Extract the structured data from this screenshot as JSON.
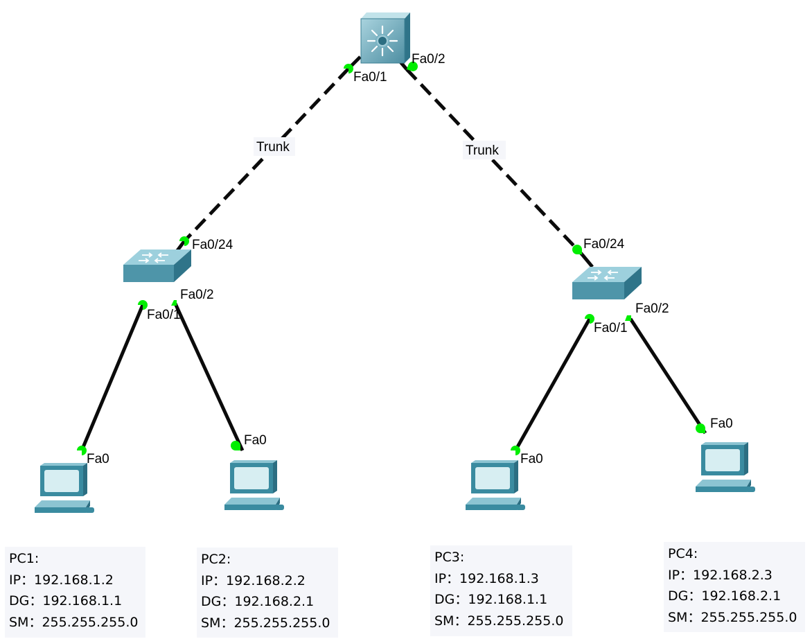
{
  "colors": {
    "cable": "#0b0b0b",
    "link_up": "#00ee00",
    "switch_body": "#4e95a9",
    "switch_top": "#9dd0dd",
    "switch_front": "#2f7489",
    "pc_body": "#3a8ba0",
    "pc_screen": "#d7eef2",
    "note_bg": "#f5f6fa"
  },
  "devices": {
    "core": {
      "name": "multilayer-switch",
      "icon": "multilayer-switch-icon"
    },
    "left_switch": {
      "name": "access-switch-left",
      "icon": "switch-icon"
    },
    "right_switch": {
      "name": "access-switch-right",
      "icon": "switch-icon"
    },
    "pcs": [
      {
        "icon": "pc-icon"
      },
      {
        "icon": "pc-icon"
      },
      {
        "icon": "pc-icon"
      },
      {
        "icon": "pc-icon"
      }
    ]
  },
  "links": {
    "trunk_left": {
      "label": "Trunk",
      "core_port": "Fa0/1",
      "switch_port": "Fa0/24"
    },
    "trunk_right": {
      "label": "Trunk",
      "core_port": "Fa0/2",
      "switch_port": "Fa0/24"
    },
    "left_pc1": {
      "switch_port": "Fa0/1",
      "pc_port": "Fa0"
    },
    "left_pc2": {
      "switch_port": "Fa0/2",
      "pc_port": "Fa0"
    },
    "right_pc3": {
      "switch_port": "Fa0/1",
      "pc_port": "Fa0"
    },
    "right_pc4": {
      "switch_port": "Fa0/2",
      "pc_port": "Fa0"
    }
  },
  "notes": [
    {
      "title": "PC1:",
      "ip": "IP：192.168.1.2",
      "dg": "DG：192.168.1.1",
      "sm": "SM：255.255.255.0"
    },
    {
      "title": "PC2:",
      "ip": "IP：192.168.2.2",
      "dg": "DG：192.168.2.1",
      "sm": "SM：255.255.255.0"
    },
    {
      "title": "PC3:",
      "ip": "IP：192.168.1.3",
      "dg": "DG：192.168.1.1",
      "sm": "SM：255.255.255.0"
    },
    {
      "title": "PC4:",
      "ip": "IP：192.168.2.3",
      "dg": "DG：192.168.2.1",
      "sm": "SM：255.255.255.0"
    }
  ]
}
